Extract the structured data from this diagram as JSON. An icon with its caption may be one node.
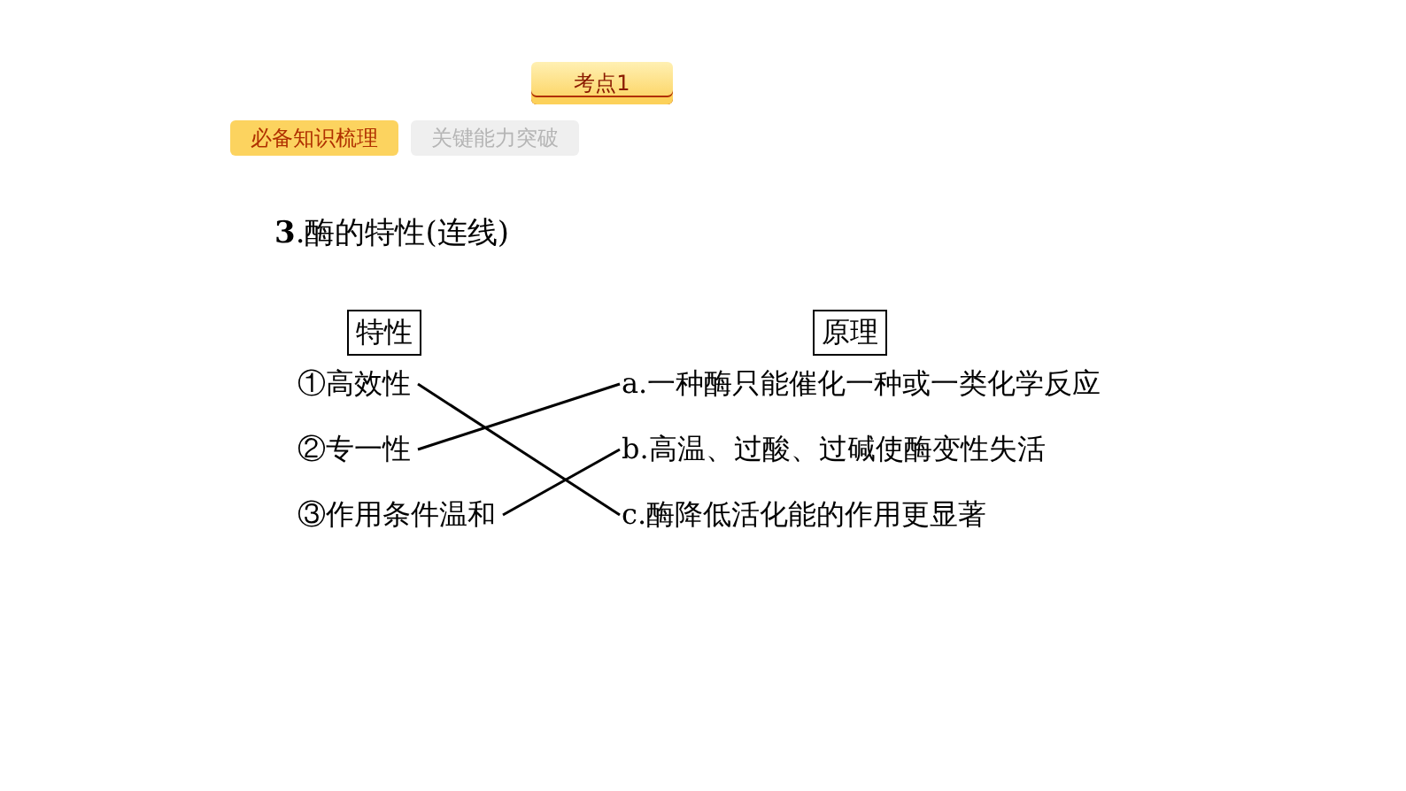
{
  "diagram": {
    "title": "**3**.酶的特性(连线)",
    "nodes": [
      {
        "text": [
          "特性"
        ]
      },
      {
        "text": [
          "原理"
        ]
      },
      {
        "text": [
          "①高效性"
        ]
      },
      {
        "text": [
          "a.一种酶只能催化一种或一类化学反应"
        ]
      },
      {
        "text": [
          "②专一性"
        ]
      },
      {
        "text": [
          "b.高温、过酸、过碱使酶变性失活"
        ]
      },
      {
        "text": [
          "③作用条件温和"
        ]
      },
      {
        "text": [
          "c.酶降低活化能的作用更显著"
        ]
      }
    ],
    "edges": [
      {
        "from": 2,
        "to": 7,
        "arrow": "none"
      },
      {
        "from": 4,
        "to": 3,
        "arrow": "none"
      },
      {
        "from": 6,
        "to": 5,
        "arrow": "none"
      }
    ],
    "labels": [
      "考点1",
      "必备知识梳理",
      "关键能力突破"
    ]
  }
}
